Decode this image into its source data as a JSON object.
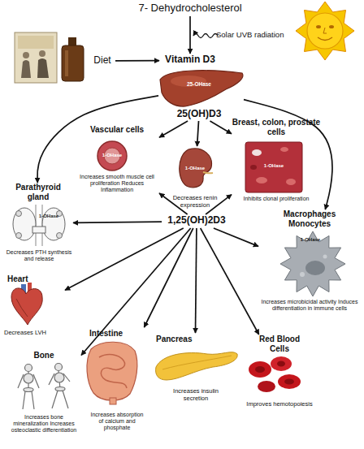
{
  "diagram": {
    "nodes": [
      {
        "text": [
          "7- Dehydrocholesterol"
        ]
      },
      {
        "text": [
          "Diet"
        ]
      },
      {
        "text": [
          "Vitamin D3"
        ]
      },
      {
        "text": [
          "25-OHase"
        ]
      },
      {
        "text": [
          "25(OH)D3"
        ]
      },
      {
        "text": [
          "Vascular cells",
          "1-OHase",
          "Increases smooth muscle cell proliferation Reduces Inflammation"
        ]
      },
      {
        "text": [
          "1-OHase",
          "Decreases renin expression"
        ]
      },
      {
        "text": [
          "Breast, colon, prostate cells",
          "1-OHase",
          "Inhibits clonal proliferation"
        ]
      },
      {
        "text": [
          "1,25(OH)2D3"
        ]
      },
      {
        "text": [
          "Parathyroid gland",
          "1-OHase",
          "Decreases PTH synthesis and release"
        ]
      },
      {
        "text": [
          "Macrophages Monocytes",
          "1-OHase",
          "Increases microbicidal activity Induces differentiation in immune cells"
        ]
      },
      {
        "text": [
          "Heart",
          "Decreases LVH"
        ]
      },
      {
        "text": [
          "Red Blood Cells",
          "Improves hemotopoiesis"
        ]
      },
      {
        "text": [
          "Bone",
          "Increases bone mineralization Increases osteoclastic differentiation"
        ]
      },
      {
        "text": [
          "Intestine",
          "Increases absorption of calcium and phosphate"
        ]
      },
      {
        "text": [
          "Pancreas",
          "Increases insulin secretion"
        ]
      }
    ],
    "edges": [
      {
        "from": 0,
        "to": 2,
        "arrow": "to"
      },
      {
        "from": 1,
        "to": 2,
        "arrow": "to"
      },
      {
        "from": 3,
        "to": 9,
        "arrow": "to"
      },
      {
        "from": 3,
        "to": 10,
        "arrow": "to"
      },
      {
        "from": 4,
        "to": 5,
        "arrow": "to"
      },
      {
        "from": 4,
        "to": 6,
        "arrow": "to"
      },
      {
        "from": 4,
        "to": 7,
        "arrow": "to"
      },
      {
        "from": 8,
        "to": 5,
        "arrow": "to"
      },
      {
        "from": 8,
        "to": 7,
        "arrow": "to"
      },
      {
        "from": 8,
        "to": 9,
        "arrow": "to"
      },
      {
        "from": 8,
        "to": 10,
        "arrow": "to"
      },
      {
        "from": 8,
        "to": 11,
        "arrow": "to"
      },
      {
        "from": 8,
        "to": 13,
        "arrow": "to"
      },
      {
        "from": 8,
        "to": 14,
        "arrow": "to"
      },
      {
        "from": 8,
        "to": 15,
        "arrow": "to"
      },
      {
        "from": 8,
        "to": 12,
        "arrow": "to"
      }
    ],
    "labels": [
      "Solar UVB radiation"
    ]
  }
}
